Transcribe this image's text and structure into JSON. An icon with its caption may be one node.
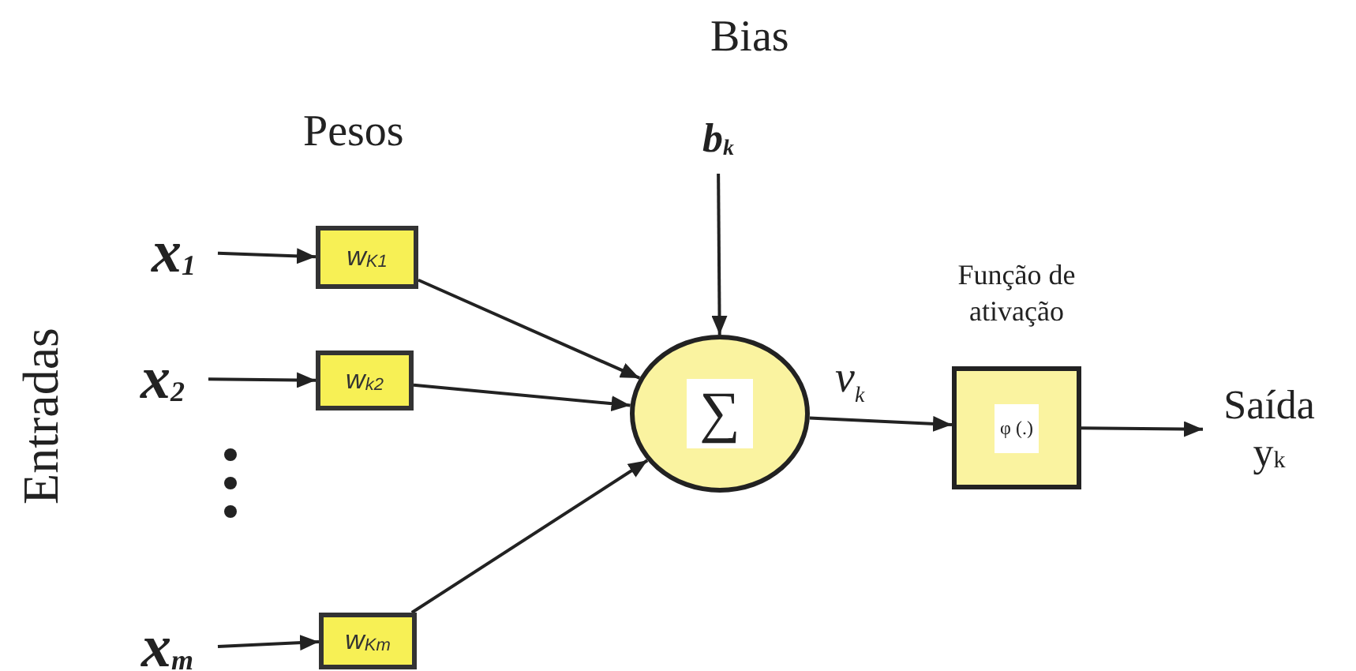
{
  "diagram": {
    "nodes": [
      {
        "text": [
          "x$_{1}$"
        ]
      },
      {
        "text": [
          "x$_{2}$"
        ]
      },
      {
        "text": [
          "x$_{m}$"
        ]
      },
      {
        "text": [
          "w$_{K1}$"
        ]
      },
      {
        "text": [
          "w$_{k2}$"
        ]
      },
      {
        "text": [
          "w$_{Km}$"
        ]
      },
      {
        "text": [
          "∑"
        ]
      },
      {
        "text": [
          "b$_{k}$"
        ]
      },
      {
        "text": [
          "φ (.)"
        ],
        "beside": [
          "Função de ativação"
        ]
      },
      {
        "text": [
          "Saída",
          "y$_{k}$"
        ]
      }
    ],
    "edges": [
      {
        "from": 0,
        "to": 3,
        "arrow": "to"
      },
      {
        "from": 1,
        "to": 4,
        "arrow": "to"
      },
      {
        "from": 2,
        "to": 5,
        "arrow": "to"
      },
      {
        "from": 3,
        "to": 6,
        "arrow": "to"
      },
      {
        "from": 4,
        "to": 6,
        "arrow": "to"
      },
      {
        "from": 5,
        "to": 6,
        "arrow": "to"
      },
      {
        "from": 7,
        "to": 6,
        "arrow": "to"
      },
      {
        "from": 6,
        "to": 8,
        "arrow": "to",
        "label": "v$_{k}$"
      },
      {
        "from": 8,
        "to": 9,
        "arrow": "to"
      }
    ],
    "labels": [
      "Bias",
      "Pesos",
      "Entradas"
    ]
  }
}
